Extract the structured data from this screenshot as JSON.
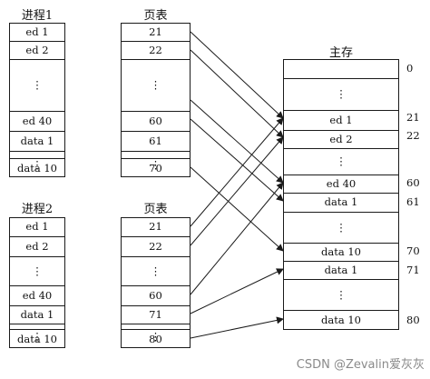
{
  "process1": {
    "title": "进程1",
    "cells": [
      "ed 1",
      "ed 2",
      "⋮",
      "ed 40",
      "data 1",
      "⋮",
      "data 10"
    ]
  },
  "pagetable1": {
    "title": "页表",
    "cells": [
      "21",
      "22",
      "⋮",
      "60",
      "61",
      "⋮",
      "70"
    ]
  },
  "process2": {
    "title": "进程2",
    "cells": [
      "ed 1",
      "ed 2",
      "⋮",
      "ed 40",
      "data 1",
      "⋮",
      "data 10"
    ]
  },
  "pagetable2": {
    "title": "页表",
    "cells": [
      "21",
      "22",
      "⋮",
      "60",
      "71",
      "⋮",
      "80"
    ]
  },
  "memory": {
    "title": "主存",
    "cells": [
      "",
      "⋮",
      "ed 1",
      "ed 2",
      "⋮",
      "ed 40",
      "data 1",
      "⋮",
      "data 10",
      "data 1",
      "⋮",
      "data 10"
    ],
    "addresses": [
      "0",
      "21",
      "22",
      "60",
      "61",
      "70",
      "71",
      "80"
    ]
  },
  "watermark": "CSDN @Zevalin爱灰灰"
}
